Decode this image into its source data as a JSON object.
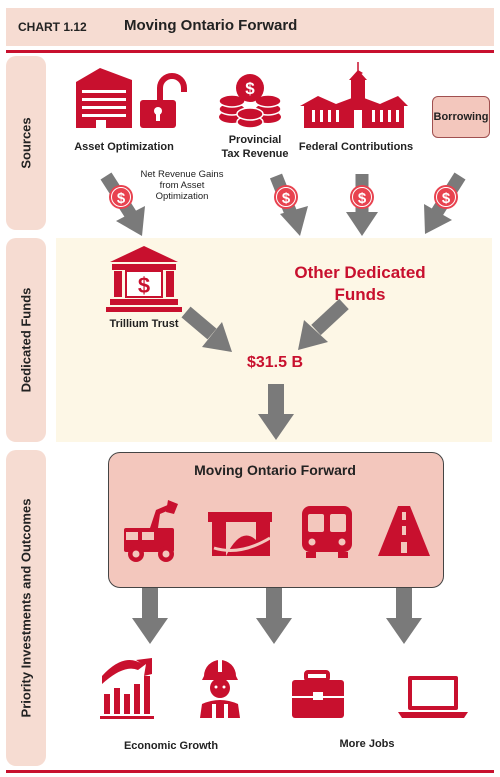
{
  "header": {
    "chart_number": "CHART 1.12",
    "title": "Moving Ontario Forward"
  },
  "bands": {
    "sources": "Sources",
    "dedicated_funds": "Dedicated Funds",
    "priority": "Priority Investments and Outcomes"
  },
  "sources": {
    "asset_optimization": "Asset Optimization",
    "provincial_tax_line1": "Provincial",
    "provincial_tax_line2": "Tax Revenue",
    "federal_contributions": "Federal Contributions",
    "borrowing": "Borrowing",
    "net_gains_line1": "Net Revenue Gains",
    "net_gains_line2": "from Asset",
    "net_gains_line3": "Optimization"
  },
  "funds": {
    "trillium_trust": "Trillium Trust",
    "other_line1": "Other Dedicated",
    "other_line2": "Funds",
    "total": "$31.5 B"
  },
  "outcomes": {
    "box_title": "Moving Ontario Forward",
    "economic_growth": "Economic Growth",
    "more_jobs": "More Jobs"
  },
  "colors": {
    "accent": "#c8102e",
    "band": "#f6dcd2",
    "funds_bg": "#fdf7e6",
    "arrow": "#7a7a7a",
    "box": "#f3c7bd"
  },
  "icons": [
    "office-building-icon",
    "unlocked-padlock-icon",
    "coin-stack-icon",
    "parliament-building-icon",
    "dollar-coin-icon",
    "bank-dollar-icon",
    "construction-vehicle-icon",
    "bridge-icon",
    "bus-icon",
    "road-icon",
    "growth-chart-icon",
    "construction-worker-icon",
    "briefcase-icon",
    "laptop-icon"
  ]
}
